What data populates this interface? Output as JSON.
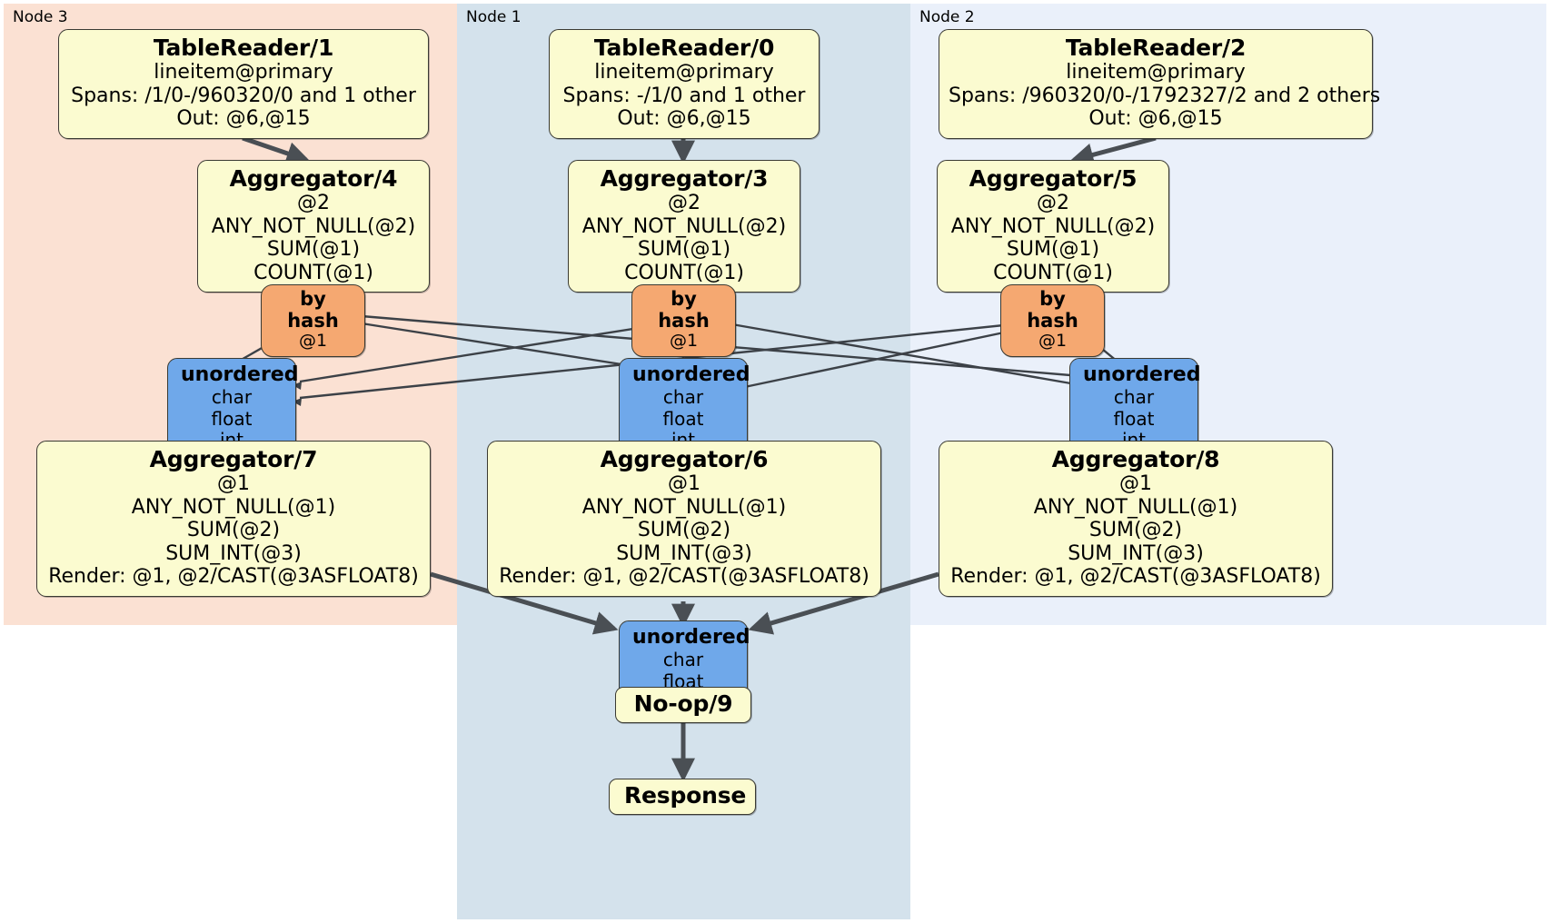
{
  "diagram": {
    "type": "distributed-query-plan",
    "colors": {
      "node3_panel": "#fbe1d3",
      "node1_panel": "#d4e2ec",
      "node2_panel": "#eaf0fa",
      "processor_fill": "#fbfbd0",
      "router_fill": "#f5a871",
      "synchronizer_fill": "#6fa8ea",
      "edge_stroke": "#4a4f54",
      "border": "#3a3a33"
    }
  },
  "panels": [
    {
      "label": "Node 3"
    },
    {
      "label": "Node 1"
    },
    {
      "label": "Node 2"
    }
  ],
  "processors": {
    "table_reader_1": {
      "title": "TableReader/1",
      "lines": [
        "lineitem@primary",
        "Spans: /1/0-/960320/0 and 1 other",
        "Out: @6,@15"
      ]
    },
    "table_reader_0": {
      "title": "TableReader/0",
      "lines": [
        "lineitem@primary",
        "Spans: -/1/0 and 1 other",
        "Out: @6,@15"
      ]
    },
    "table_reader_2": {
      "title": "TableReader/2",
      "lines": [
        "lineitem@primary",
        "Spans: /960320/0-/1792327/2 and 2 others",
        "Out: @6,@15"
      ]
    },
    "aggregator_4": {
      "title": "Aggregator/4",
      "lines": [
        "@2",
        "ANY_NOT_NULL(@2)",
        "SUM(@1)",
        "COUNT(@1)"
      ]
    },
    "aggregator_3": {
      "title": "Aggregator/3",
      "lines": [
        "@2",
        "ANY_NOT_NULL(@2)",
        "SUM(@1)",
        "COUNT(@1)"
      ]
    },
    "aggregator_5": {
      "title": "Aggregator/5",
      "lines": [
        "@2",
        "ANY_NOT_NULL(@2)",
        "SUM(@1)",
        "COUNT(@1)"
      ]
    },
    "aggregator_7": {
      "title": "Aggregator/7",
      "lines": [
        "@1",
        "ANY_NOT_NULL(@1)",
        "SUM(@2)",
        "SUM_INT(@3)",
        "Render: @1, @2/CAST(@3ASFLOAT8)"
      ]
    },
    "aggregator_6": {
      "title": "Aggregator/6",
      "lines": [
        "@1",
        "ANY_NOT_NULL(@1)",
        "SUM(@2)",
        "SUM_INT(@3)",
        "Render: @1, @2/CAST(@3ASFLOAT8)"
      ]
    },
    "aggregator_8": {
      "title": "Aggregator/8",
      "lines": [
        "@1",
        "ANY_NOT_NULL(@1)",
        "SUM(@2)",
        "SUM_INT(@3)",
        "Render: @1, @2/CAST(@3ASFLOAT8)"
      ]
    },
    "noop_9": {
      "title": "No-op/9"
    },
    "response": {
      "title": "Response"
    }
  },
  "routers": {
    "by_hash_left": {
      "title": "by hash",
      "line": "@1"
    },
    "by_hash_center": {
      "title": "by hash",
      "line": "@1"
    },
    "by_hash_right": {
      "title": "by hash",
      "line": "@1"
    }
  },
  "synchronizers": {
    "unordered_left": {
      "title": "unordered",
      "lines": [
        "char",
        "float",
        "int"
      ]
    },
    "unordered_center": {
      "title": "unordered",
      "lines": [
        "char",
        "float",
        "int"
      ]
    },
    "unordered_right": {
      "title": "unordered",
      "lines": [
        "char",
        "float",
        "int"
      ]
    },
    "unordered_final": {
      "title": "unordered",
      "lines": [
        "char",
        "float"
      ]
    }
  }
}
